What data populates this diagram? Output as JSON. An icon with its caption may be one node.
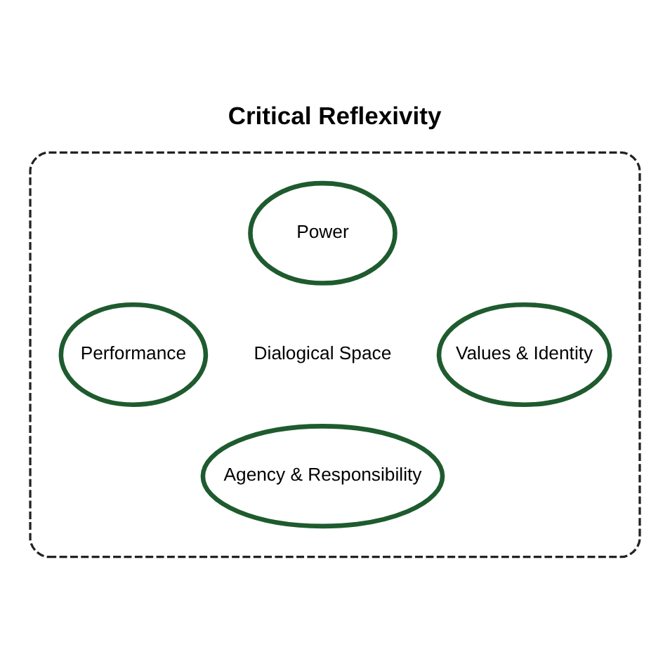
{
  "diagram": {
    "title": "Critical Reflexivity",
    "nodes": [
      {
        "text": [],
        "shape": "ellipse"
      },
      {
        "text": [
          "Power"
        ],
        "in": 0
      },
      {
        "text": [
          "Performance"
        ],
        "in": 0
      },
      {
        "text": [
          "Dialogical Space"
        ],
        "in": 0
      },
      {
        "text": [
          "Values & Identity"
        ],
        "in": 0
      },
      {
        "text": [
          "Agency & Responsibility"
        ],
        "in": 0
      }
    ],
    "edges": []
  }
}
